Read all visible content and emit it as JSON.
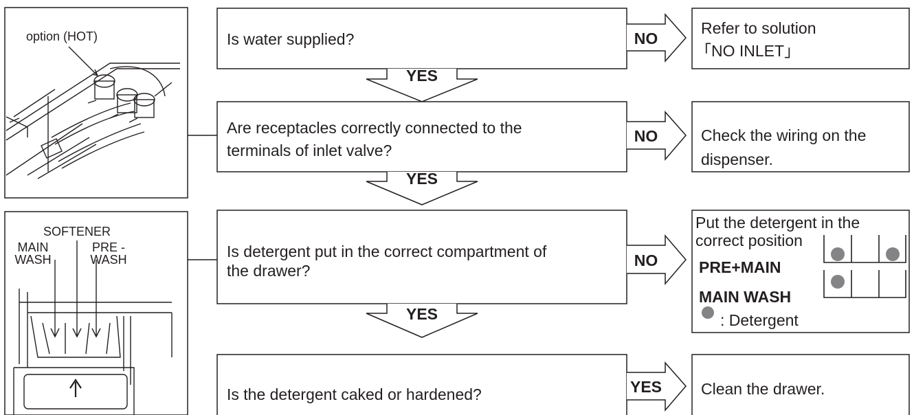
{
  "illustration_inlet": {
    "label": "option (HOT)"
  },
  "illustration_drawer": {
    "softener_label": "SOFTENER",
    "main_wash_line1": "MAIN",
    "main_wash_line2": "WASH",
    "pre_wash_line1": "PRE -",
    "pre_wash_line2": "WASH"
  },
  "steps": [
    {
      "question": [
        "Is water supplied?"
      ],
      "branch": "NO",
      "solution": [
        "Refer to solution",
        "「NO INLET」"
      ],
      "next": "YES"
    },
    {
      "question": [
        "Are receptacles correctly connected to the",
        "terminals of inlet valve?"
      ],
      "branch": "NO",
      "solution": [
        "Check the wiring on the",
        "dispenser."
      ],
      "next": "YES"
    },
    {
      "question": [
        "Is detergent put in the correct compartment of",
        "the drawer?"
      ],
      "branch": "NO",
      "solution": [
        "Put the detergent in the",
        "correct position"
      ],
      "next": "YES"
    },
    {
      "question": [
        "Is the detergent caked or hardened?"
      ],
      "branch": "YES",
      "solution": [
        "Clean the drawer."
      ]
    }
  ],
  "detergent_legend": {
    "pre_main": "PRE+MAIN",
    "main_wash": "MAIN WASH",
    "dot_meaning": ": Detergent"
  }
}
